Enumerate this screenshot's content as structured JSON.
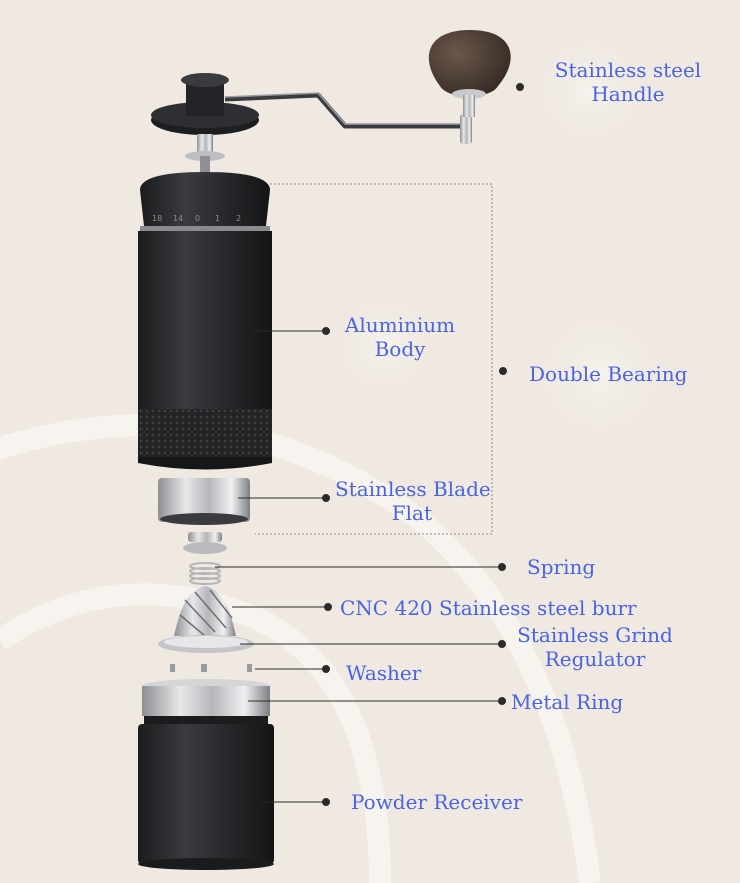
{
  "colors": {
    "background": "#efe9e2",
    "label_text": "#4a64e0",
    "leader_line": "#2b2b2b",
    "grinder_body": "#2a2b2d",
    "steel": "#c9c9cb",
    "wood_knob": "#4a3b31"
  },
  "dial_marks": [
    "18",
    "14",
    "0",
    "1",
    "2"
  ],
  "labels": {
    "handle": [
      "Stainless steel",
      "Handle"
    ],
    "body": [
      "Aluminium",
      "Body"
    ],
    "bearing": [
      "Double Bearing"
    ],
    "blade": [
      "Stainless Blade",
      "Flat"
    ],
    "spring": [
      "Spring"
    ],
    "burr": [
      "CNC 420 Stainless steel burr"
    ],
    "regulator": [
      "Stainless Grind",
      "Regulator"
    ],
    "washer": [
      "Washer"
    ],
    "ring": [
      "Metal Ring"
    ],
    "receiver": [
      "Powder Receiver"
    ]
  }
}
